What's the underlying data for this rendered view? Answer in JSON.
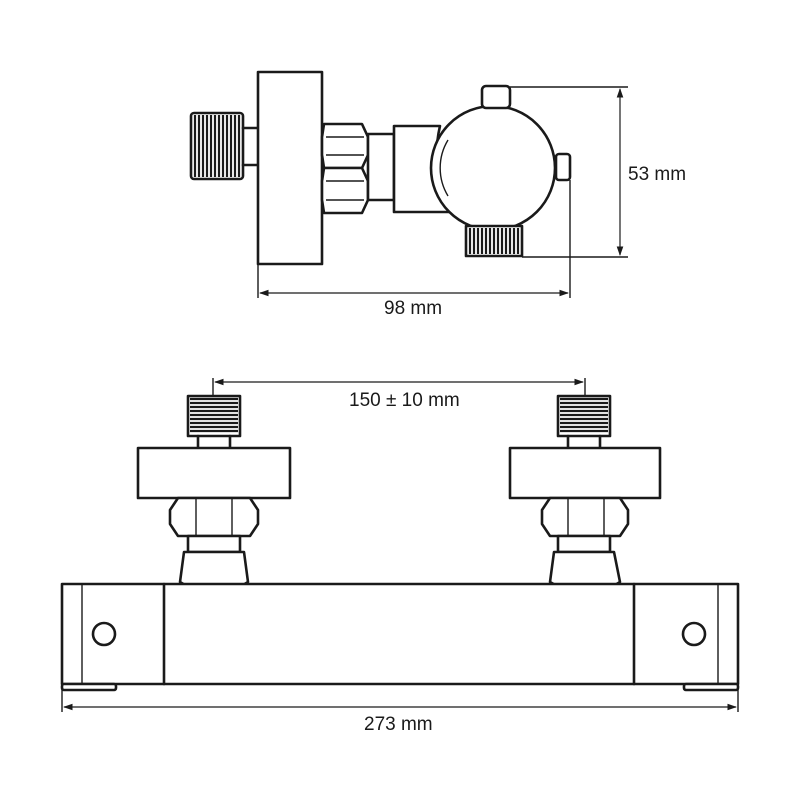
{
  "dimensions": {
    "depth": "98 mm",
    "height": "53 mm",
    "center_distance": "150 ± 10 mm",
    "width": "273 mm"
  },
  "colors": {
    "line": "#1a1a1a",
    "background": "#ffffff"
  }
}
